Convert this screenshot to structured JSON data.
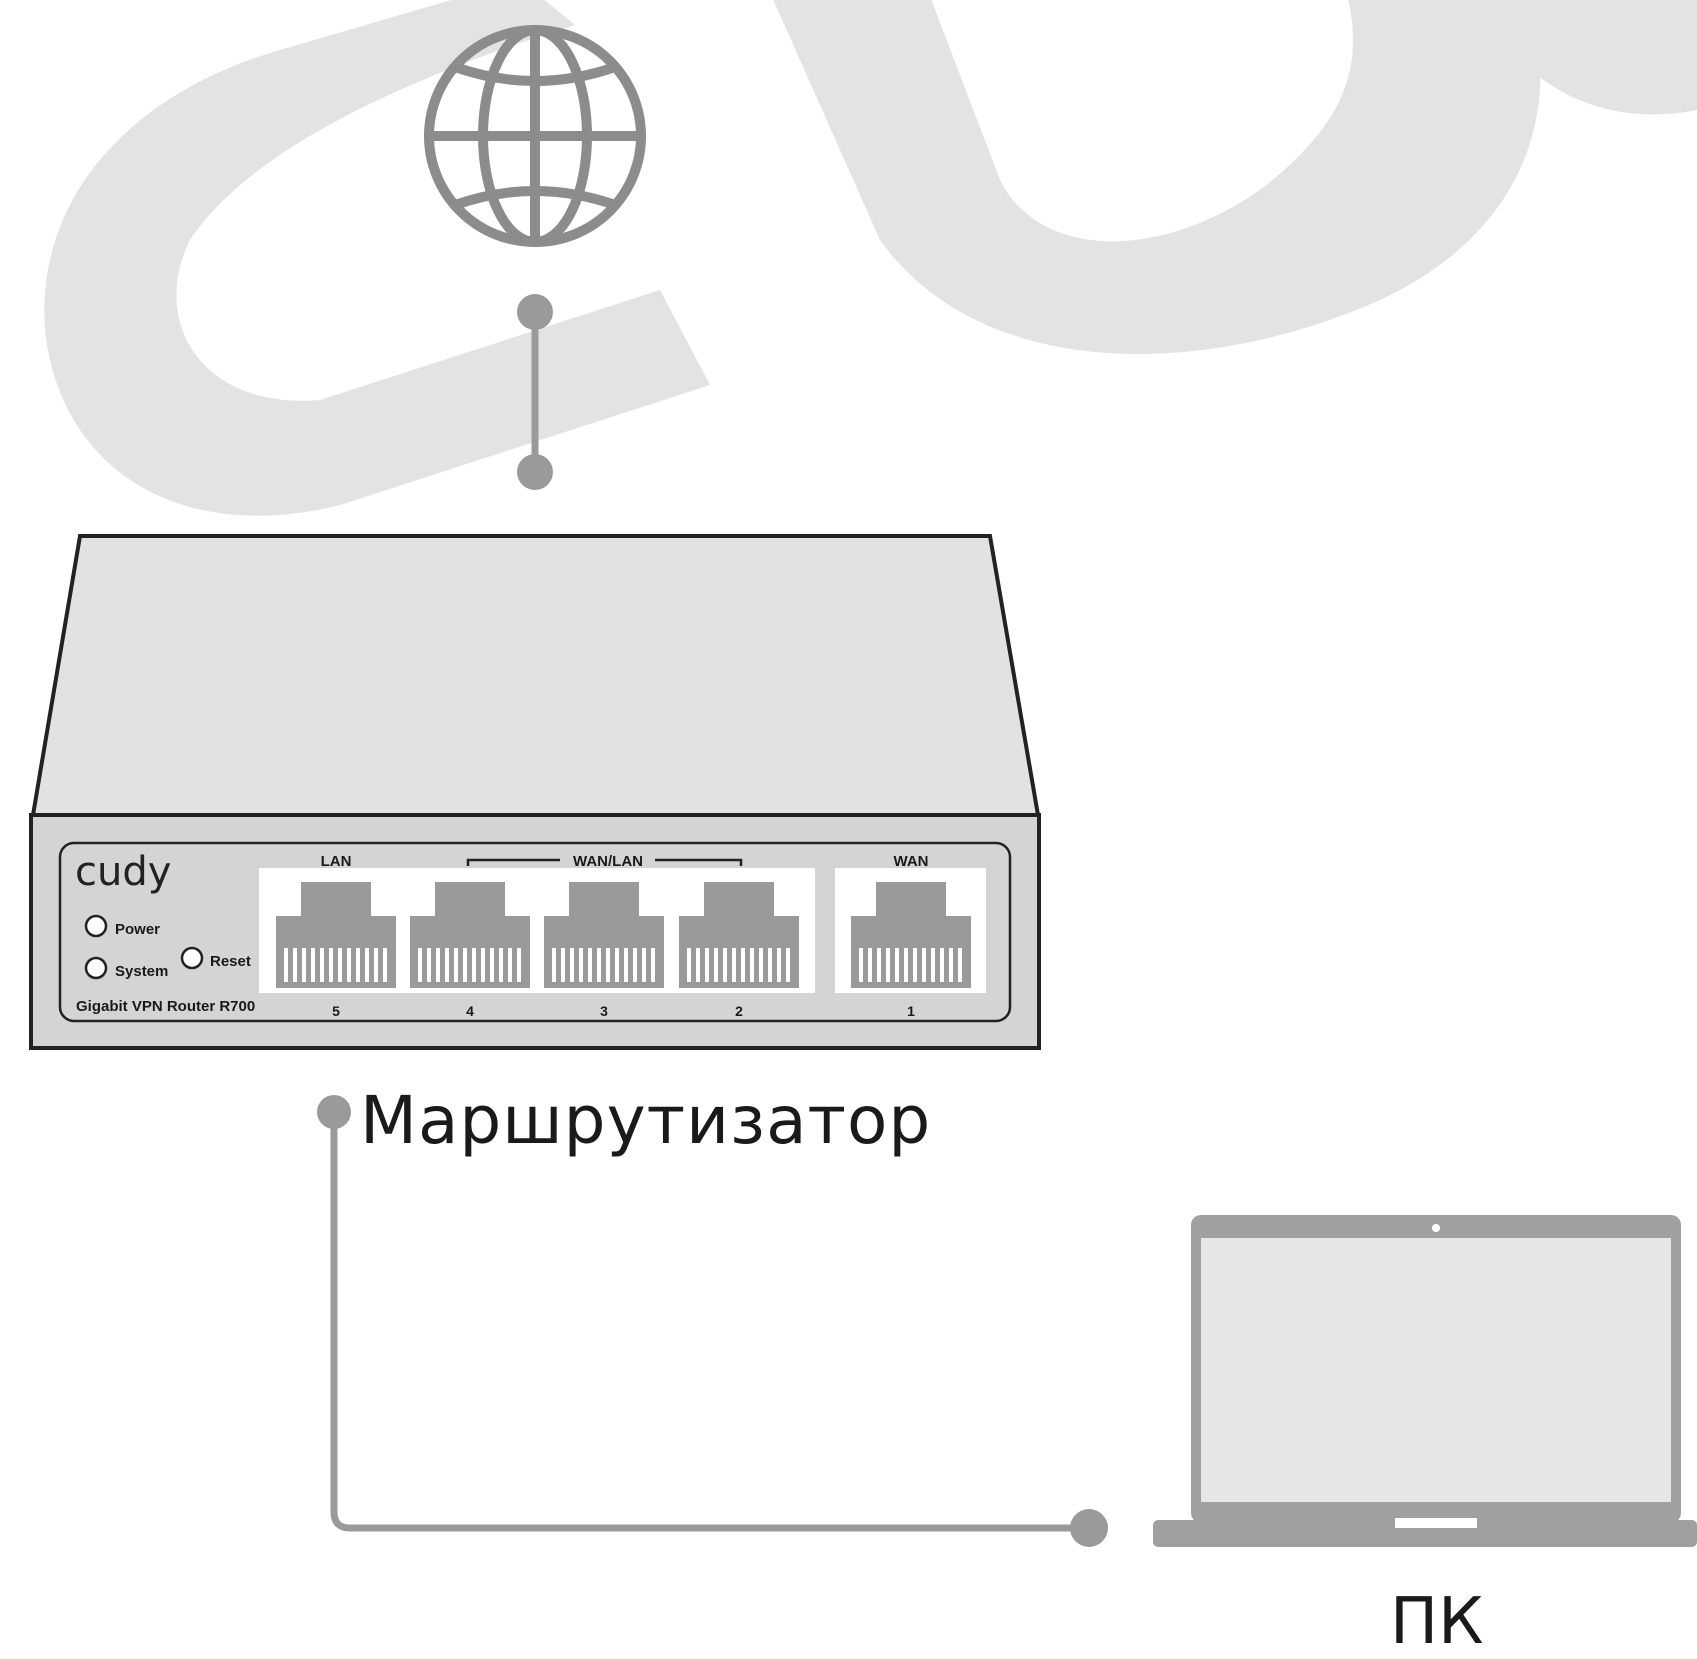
{
  "router": {
    "brand": "cudy",
    "model": "Gigabit VPN Router R700",
    "leds": [
      {
        "label": "Power"
      },
      {
        "label": "System"
      }
    ],
    "reset_label": "Reset",
    "group_labels": {
      "lan": "LAN",
      "wan_lan": "WAN/LAN",
      "wan": "WAN"
    },
    "port_numbers": [
      "5",
      "4",
      "3",
      "2",
      "1"
    ]
  },
  "labels": {
    "router": "Маршрутизатор",
    "pc": "ПК"
  },
  "colors": {
    "watermark": "#e3e3e3",
    "cable": "#9a9a9a",
    "globe": "#8c8c8c",
    "router_body": "#e2e2e2",
    "router_front": "#d4d4d4",
    "laptop_frame": "#a0a0a0",
    "laptop_screen": "#e6e6e6"
  },
  "icons": {
    "internet": "globe-icon",
    "laptop": "laptop-icon"
  }
}
